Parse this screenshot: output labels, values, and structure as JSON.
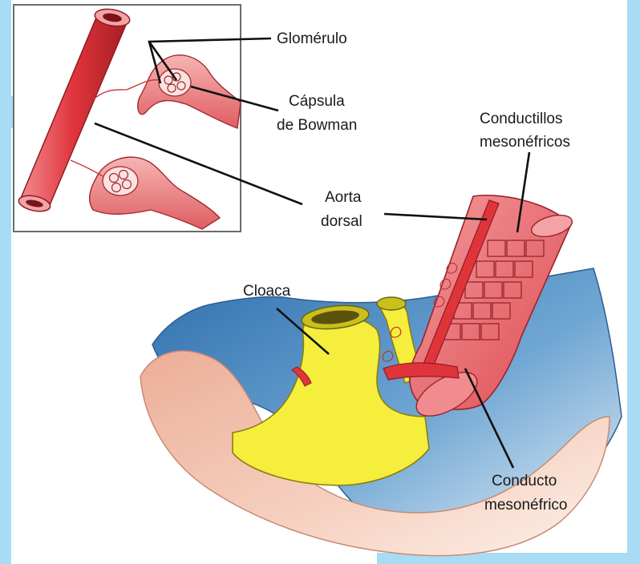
{
  "labels": {
    "glomerulo": "Glomérulo",
    "capsula_line1": "Cápsula",
    "capsula_line2": "de Bowman",
    "aorta_line1": "Aorta",
    "aorta_line2": "dorsal",
    "conductillos_line1": "Conductillos",
    "conductillos_line2": "mesonéfricos",
    "cloaca": "Cloaca",
    "conducto_line1": "Conducto",
    "conducto_line2": "mesonéfrico"
  },
  "colors": {
    "accent_blue": "#a8dcf4",
    "mesoderm_blue": "#3a7fb8",
    "embryo_pink": "#f2c1ad",
    "tissue_red": "#e65a5f",
    "vessel_red": "#e0343b",
    "cloaca_yellow": "#f5ee3c"
  }
}
